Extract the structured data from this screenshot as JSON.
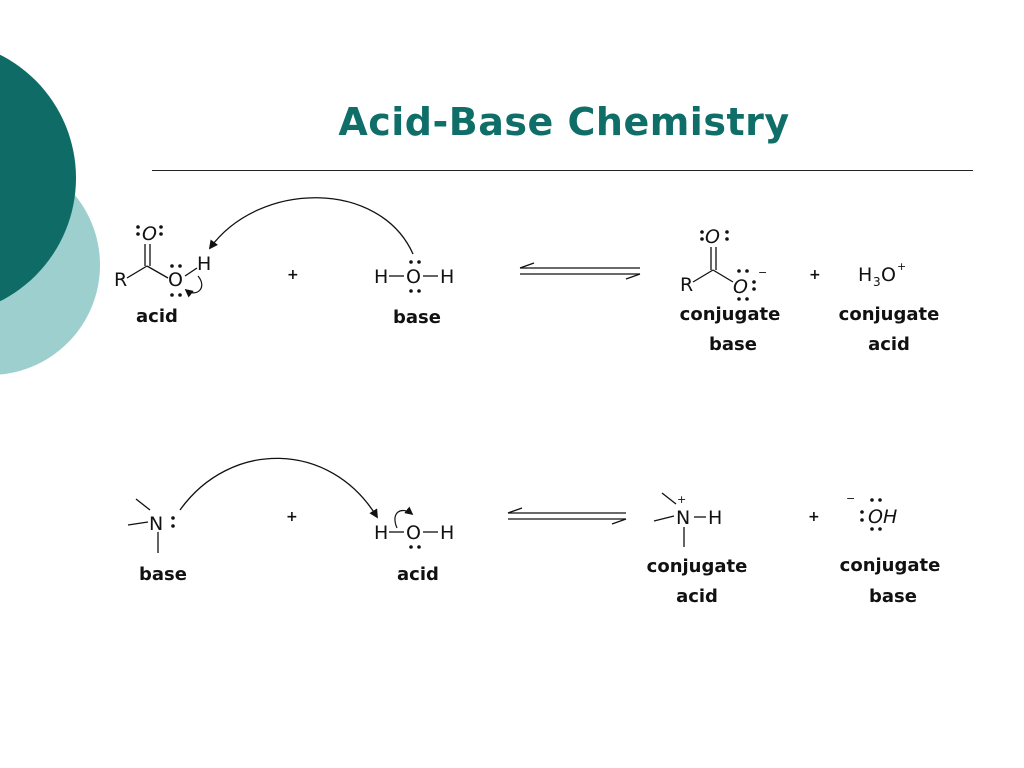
{
  "slide": {
    "title": "Acid-Base Chemistry",
    "colors": {
      "title": "#0f6e68",
      "circle_dark": "#0f6b66",
      "circle_light": "#9dcfcf"
    }
  },
  "reaction1": {
    "reactant1": {
      "label": "acid",
      "atoms": {
        "r": "R",
        "o_top": "O",
        "o_ring": "O",
        "h": "H"
      }
    },
    "reactant2": {
      "label": "base",
      "atoms": {
        "h_left": "H",
        "o": "O",
        "h_right": "H"
      }
    },
    "product1": {
      "label_line1": "conjugate",
      "label_line2": "base",
      "atoms": {
        "r": "R",
        "o_top": "O",
        "o_anion": "O",
        "charge": "−"
      }
    },
    "product2": {
      "label_line1": "conjugate",
      "label_line2": "acid",
      "formula": {
        "h": "H",
        "sub": "3",
        "o": "O",
        "charge": "+"
      }
    },
    "plus": "+"
  },
  "reaction2": {
    "reactant1": {
      "label": "base",
      "atoms": {
        "n": "N"
      }
    },
    "reactant2": {
      "label": "acid",
      "atoms": {
        "h_left": "H",
        "o": "O",
        "h_right": "H"
      }
    },
    "product1": {
      "label_line1": "conjugate",
      "label_line2": "acid",
      "atoms": {
        "n": "N",
        "h": "H",
        "charge": "+"
      }
    },
    "product2": {
      "label_line1": "conjugate",
      "label_line2": "base",
      "atoms": {
        "oh": "OH",
        "charge": "−"
      }
    },
    "plus": "+"
  }
}
